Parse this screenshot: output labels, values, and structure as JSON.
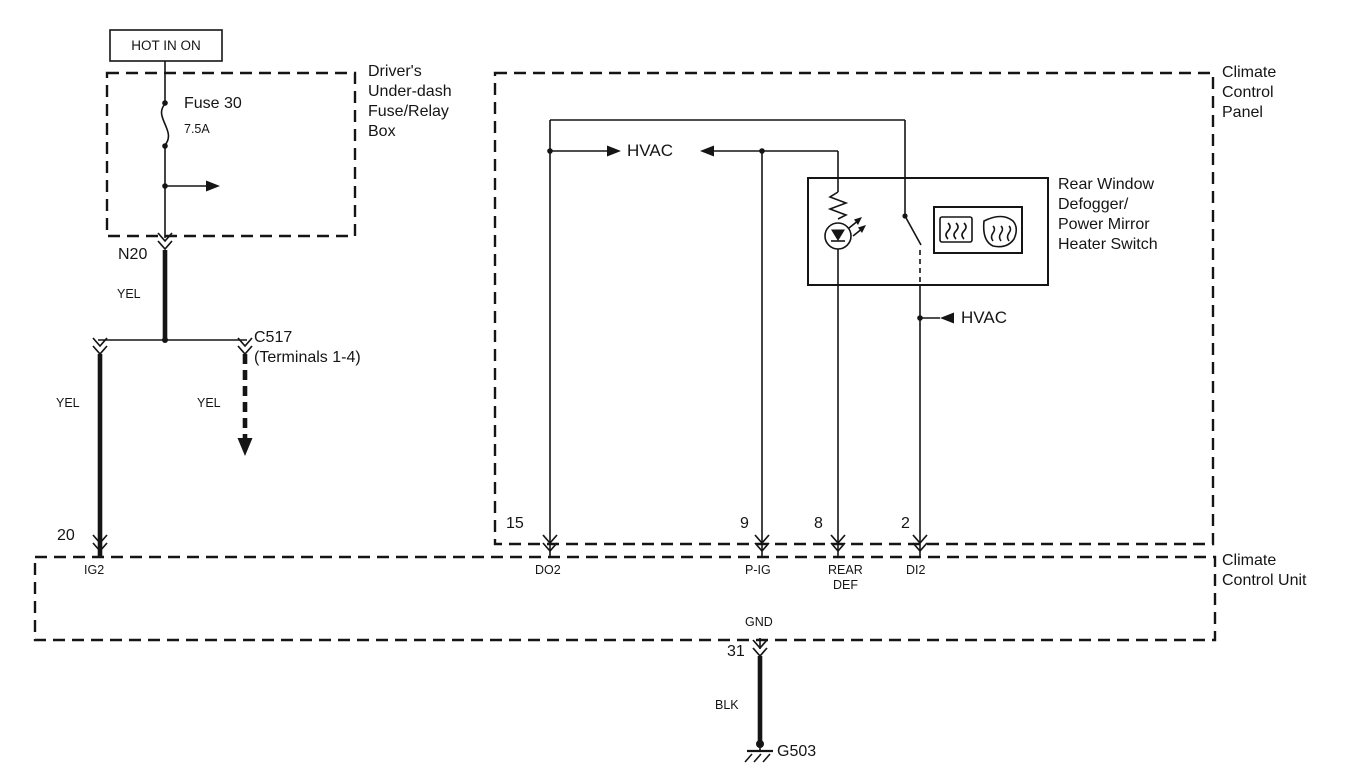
{
  "power_circuit": {
    "hot_in_on_label": "HOT IN ON",
    "fuse_box_name_lines": [
      "Driver's",
      "Under-dash",
      "Fuse/Relay",
      "Box"
    ],
    "fuse_name": "Fuse 30",
    "fuse_rating": "7.5A",
    "connector_label": "N20",
    "wire_color_feed": "YEL",
    "wire_color_left": "YEL",
    "wire_color_right": "YEL",
    "splice_label": "C517",
    "splice_sub_label": "(Terminals 1-4)",
    "unit_pin": "20"
  },
  "climate_control_panel": {
    "name_lines": [
      "Climate",
      "Control",
      "Panel"
    ],
    "hvac_ref_top": "HVAC",
    "hvac_ref_bottom": "HVAC",
    "switch_name_lines": [
      "Rear Window",
      "Defogger/",
      "Power Mirror",
      "Heater Switch"
    ],
    "pins": {
      "do2": "15",
      "pig": "9",
      "reardef": "8",
      "di2": "2"
    }
  },
  "climate_control_unit": {
    "name_lines": [
      "Climate",
      "Control Unit"
    ],
    "terminals": {
      "ig2": "IG2",
      "do2": "DO2",
      "pig": "P-IG",
      "rear": "REAR",
      "def": "DEF",
      "di2": "DI2",
      "gnd": "GND"
    }
  },
  "ground_circuit": {
    "pin": "31",
    "wire_color": "BLK",
    "ground_id": "G503"
  },
  "icons": {
    "rear_defogger": "rect-with-wavy-heat-arrows",
    "mirror_heater": "mirror-with-wavy-heat-arrows",
    "led": "led-indicator",
    "fuse": "s-curve-fuse-element",
    "ground": "ground-hatch-symbol"
  },
  "colors": {
    "line": "#151515",
    "background": "#ffffff"
  }
}
